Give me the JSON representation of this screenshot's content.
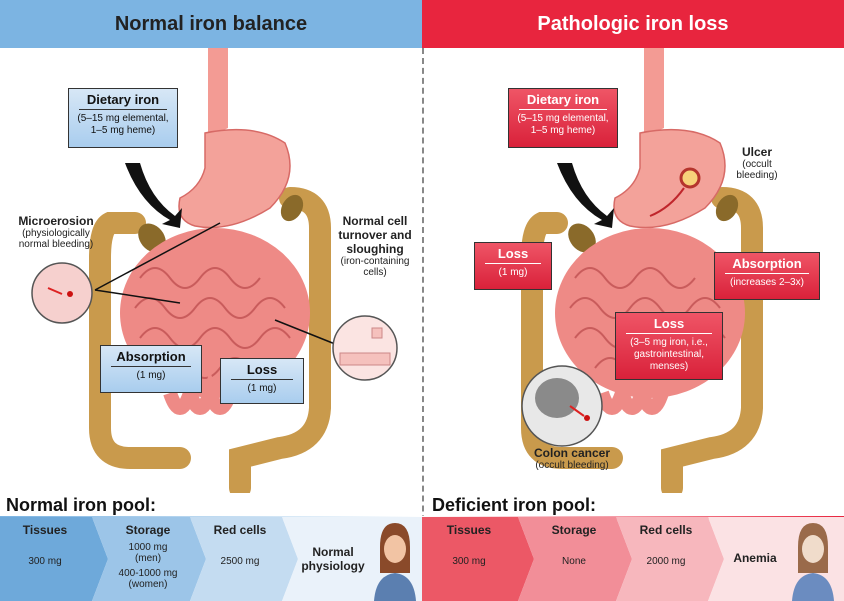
{
  "left": {
    "header": "Normal iron balance",
    "dietary": {
      "title": "Dietary iron",
      "sub1": "(5–15 mg elemental,",
      "sub2": "1–5 mg heme)"
    },
    "microerosion": {
      "title": "Microerosion",
      "sub1": "(physiologically",
      "sub2": "normal bleeding)"
    },
    "turnover": {
      "title1": "Normal cell",
      "title2": "turnover and",
      "title3": "sloughing",
      "sub1": "(iron-containing",
      "sub2": "cells)"
    },
    "absorption": {
      "title": "Absorption",
      "sub": "(1 mg)"
    },
    "loss": {
      "title": "Loss",
      "sub": "(1 mg)"
    },
    "pool_title": "Normal iron pool:",
    "pool": {
      "tissues": {
        "label": "Tissues",
        "value": "300 mg"
      },
      "storage": {
        "label": "Storage",
        "v1": "1000 mg",
        "v2": "(men)",
        "v3": "400-1000 mg",
        "v4": "(women)"
      },
      "red_cells": {
        "label": "Red cells",
        "value": "2500 mg"
      },
      "outcome1": "Normal",
      "outcome2": "physiology"
    }
  },
  "right": {
    "header": "Pathologic iron loss",
    "dietary": {
      "title": "Dietary iron",
      "sub1": "(5–15 mg elemental,",
      "sub2": "1–5 mg heme)"
    },
    "ulcer": {
      "title": "Ulcer",
      "sub1": "(occult",
      "sub2": "bleeding)"
    },
    "loss_small": {
      "title": "Loss",
      "sub": "(1 mg)"
    },
    "absorption": {
      "title": "Absorption",
      "sub": "(increases 2–3x)"
    },
    "loss_big": {
      "title": "Loss",
      "sub1": "(3–5 mg iron, i.e.,",
      "sub2": "gastrointestinal,",
      "sub3": "menses)"
    },
    "colon": {
      "title": "Colon cancer",
      "sub": "(occult bleeding)"
    },
    "pool_title": "Deficient iron pool:",
    "pool": {
      "tissues": {
        "label": "Tissues",
        "value": "300 mg"
      },
      "storage": {
        "label": "Storage",
        "value": "None"
      },
      "red_cells": {
        "label": "Red cells",
        "value": "2000 mg"
      },
      "outcome": "Anemia"
    }
  },
  "colors": {
    "normal_accent": "#7cb4e2",
    "pathologic_accent": "#e8253e",
    "intestine": "#ee8a86",
    "colon": "#c99a4c"
  }
}
